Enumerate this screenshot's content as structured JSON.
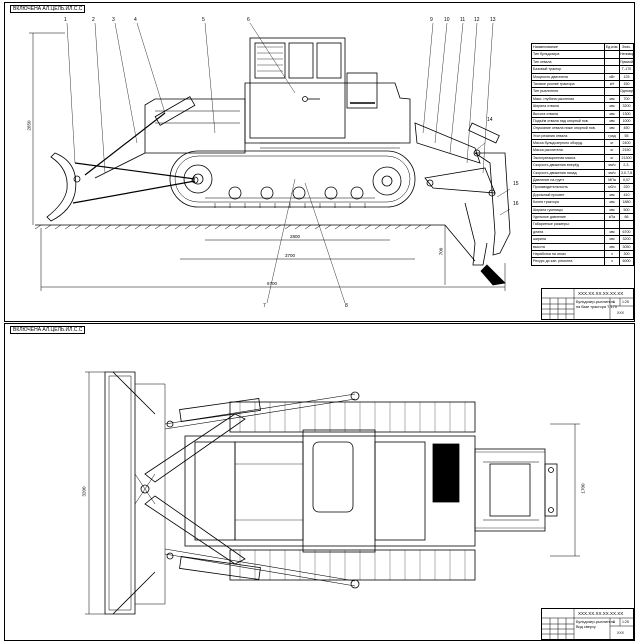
{
  "top_sheet": {
    "stamp": "ВКЛЮЧЕНА АЛ.ЦЕЛЬ.ИЛ.С.С",
    "callouts": [
      "1",
      "2",
      "3",
      "4",
      "5",
      "6",
      "7",
      "8",
      "9",
      "10",
      "11",
      "12",
      "13",
      "14",
      "15",
      "16"
    ],
    "dimensions": {
      "height_left": "2650",
      "height_right": "700",
      "track_base": "2800",
      "track_len": "3700",
      "overall": "6700"
    },
    "spec_table": {
      "header": [
        "Наименование",
        "Ед.изм.",
        "Знач."
      ],
      "rows": [
        [
          "Тип бульдозера",
          "",
          "Неповорот."
        ],
        [
          "Тип отвала",
          "",
          "Прямой"
        ],
        [
          "Базовый трактор",
          "",
          "Т-170"
        ],
        [
          "Мощность двигателя",
          "кВт",
          "125"
        ],
        [
          "Тяговое усилие трактора",
          "кН",
          "150"
        ],
        [
          "Тип рыхлителя",
          "",
          "Однозуб."
        ],
        [
          "Макс. глубина рыхления",
          "мм",
          "700"
        ],
        [
          "Ширина отвала",
          "мм",
          "3200"
        ],
        [
          "Высота отвала",
          "мм",
          "1300"
        ],
        [
          "Подъём отвала над опорной пов.",
          "мм",
          "1000"
        ],
        [
          "Опускание отвала ниже опорной пов.",
          "мм",
          "450"
        ],
        [
          "Угол резания отвала",
          "град",
          "55"
        ],
        [
          "Масса бульдозерного оборуд.",
          "кг",
          "2400"
        ],
        [
          "Масса рыхлителя",
          "кг",
          "2150"
        ],
        [
          "Эксплуатационная масса",
          "кг",
          "21300"
        ],
        [
          "Скорость движения вперёд",
          "км/ч",
          "2,3-10,1"
        ],
        [
          "Скорость движения назад",
          "км/ч",
          "3,0-7,8"
        ],
        [
          "Давление на грунт",
          "МПа",
          "0,07"
        ],
        [
          "Производительность",
          "м3/ч",
          "220"
        ],
        [
          "Дорожный просвет",
          "мм",
          "410"
        ],
        [
          "Колея трактора",
          "мм",
          "1880"
        ],
        [
          "Ширина гусеницы",
          "мм",
          "500"
        ],
        [
          "Удельное давление",
          "кПа",
          "66"
        ],
        [
          "Габаритные размеры:",
          "",
          ""
        ],
        [
          "длина",
          "мм",
          "6700"
        ],
        [
          "ширина",
          "мм",
          "3200"
        ],
        [
          "высота",
          "мм",
          "3050"
        ],
        [
          "Наработка на отказ",
          "ч",
          "300"
        ],
        [
          "Ресурс до кап. ремонта",
          "ч",
          "6000"
        ]
      ]
    },
    "title_block": {
      "code": "ХХХ.ХХ.ХХ.ХХ.ХХ.ХХ",
      "name_line1": "Бульдозер-рыхлитель",
      "name_line2": "на базе трактора Т-170",
      "sheet": "1",
      "scale": "1:25",
      "org": "ХХХ"
    }
  },
  "bottom_sheet": {
    "stamp": "ВКЛЮЧЕНА АЛ.ЦЕЛЬ.ИЛ.С.С",
    "dimensions": {
      "blade_width": "3200",
      "ripper_width": "1700"
    },
    "title_block": {
      "code": "ХХХ.ХХ.ХХ.ХХ.ХХ.ХХ",
      "name_line1": "Бульдозер-рыхлитель",
      "name_line2": "Вид сверху",
      "sheet": "2",
      "scale": "1:25",
      "org": "ХХХ"
    }
  }
}
